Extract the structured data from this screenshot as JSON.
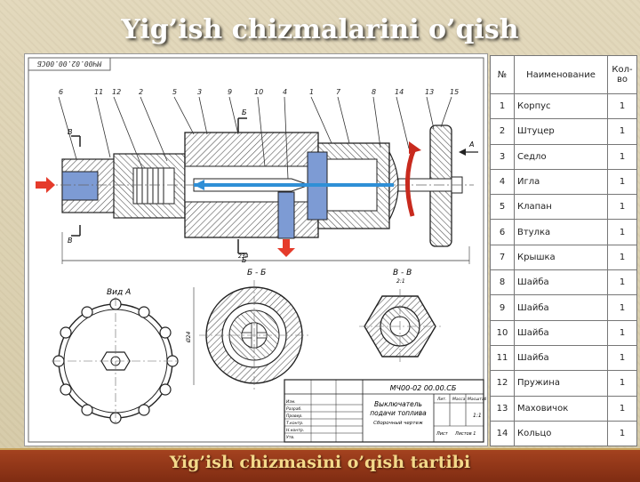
{
  "slide": {
    "title": "Yig’ish chizmalarini o’qish",
    "footer": "Yig’ish chizmasini o’qish tartibi"
  },
  "colors": {
    "title_text": "#ffffff",
    "footer_bar": "#8d3318",
    "footer_text": "#f4d98a",
    "flow_arrow": "#e53b2b",
    "flow_line": "#2f8fd6",
    "fluid_fill": "#7d9bd4",
    "hatch": "#444444"
  },
  "drawing": {
    "stamp": "МЧ00.02.00.00СБ",
    "part_numbers": [
      "6",
      "11",
      "12",
      "2",
      "5",
      "3",
      "9",
      "10",
      "4",
      "1",
      "7",
      "8",
      "14",
      "13",
      "15"
    ],
    "section_markers": {
      "b_top": "Б",
      "b_bottom": "Б",
      "v_top": "В",
      "v_bottom": "В",
      "a_arrow": "А"
    },
    "overall_dimension": "234",
    "views": {
      "view_a": "Вид  А",
      "section_bb": "Б - Б",
      "section_vv": "В - В",
      "scale_note": "2:1",
      "height_dim": "Ø24"
    },
    "title_block": {
      "designation": "МЧ00-02  00.00.СБ",
      "name_line1": "Выключатель",
      "name_line2": "подачи топлива",
      "doc_type": "Сборочный чертеж",
      "scale": "1:1",
      "row_labels": [
        "Изм.",
        "Разраб.",
        "Провер.",
        "Т.контр.",
        "Н.контр.",
        "Утв."
      ],
      "col_labels": [
        "Лит.",
        "Масса",
        "Масштаб"
      ],
      "sheet": "Лист",
      "sheets": "Листов  1"
    }
  },
  "table": {
    "headers": {
      "num": "№",
      "name": "Наименование",
      "qty": "Кол-во"
    },
    "rows": [
      {
        "num": "1",
        "name": "Корпус",
        "qty": "1"
      },
      {
        "num": "2",
        "name": "Штуцер",
        "qty": "1"
      },
      {
        "num": "3",
        "name": "Седло",
        "qty": "1"
      },
      {
        "num": "4",
        "name": "Игла",
        "qty": "1"
      },
      {
        "num": "5",
        "name": "Клапан",
        "qty": "1"
      },
      {
        "num": "6",
        "name": "Втулка",
        "qty": "1"
      },
      {
        "num": "7",
        "name": "Крышка",
        "qty": "1"
      },
      {
        "num": "8",
        "name": "Шайба",
        "qty": "1"
      },
      {
        "num": "9",
        "name": "Шайба",
        "qty": "1"
      },
      {
        "num": "10",
        "name": "Шайба",
        "qty": "1"
      },
      {
        "num": "11",
        "name": "Шайба",
        "qty": "1"
      },
      {
        "num": "12",
        "name": "Пружина",
        "qty": "1"
      },
      {
        "num": "13",
        "name": "Маховичок",
        "qty": "1"
      },
      {
        "num": "14",
        "name": "Кольцо",
        "qty": "1"
      }
    ]
  }
}
